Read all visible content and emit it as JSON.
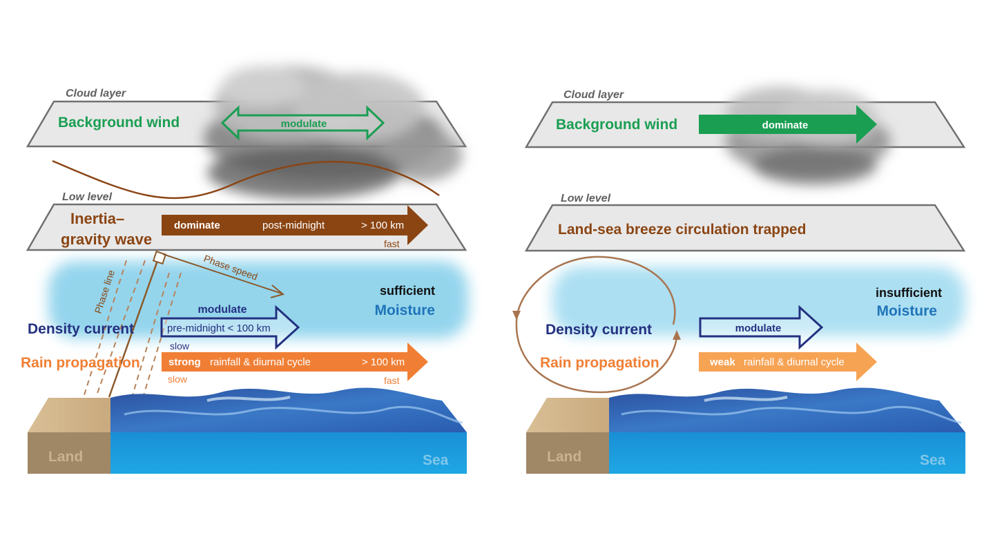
{
  "colors": {
    "green": "#1a9e52",
    "brown": "#8b4513",
    "navy": "#233080",
    "orange": "#f07f35",
    "moisture_blue": "#1f74b8",
    "moisture_glow": "#8fd3ec",
    "plane_fill": "#e8e8e8",
    "plane_edge": "#707070",
    "land": "#b89c76",
    "sea": "#1e7cc8"
  },
  "left": {
    "cloud_layer_label": "Cloud layer",
    "background_wind_label": "Background wind",
    "wind_arrow_label": "modulate",
    "low_level_label": "Low level",
    "igw_label_line1": "Inertia–",
    "igw_label_line2": "gravity wave",
    "igw_arrow_bold": "dominate",
    "igw_arrow_time": "post-midnight",
    "igw_arrow_range": "> 100 km",
    "igw_speed": "fast",
    "phase_line_label": "Phase line",
    "phase_speed_label": "Phase speed",
    "moisture_qualifier": "sufficient",
    "moisture_label": "Moisture",
    "density_current_label": "Density current",
    "dc_arrow_title": "modulate",
    "dc_arrow_text": "pre-midnight < 100 km",
    "dc_speed": "slow",
    "rain_label": "Rain propagation",
    "rain_arrow_bold": "strong",
    "rain_arrow_text": "rainfall & diurnal cycle",
    "rain_arrow_range": "> 100 km",
    "rain_speed_slow": "slow",
    "rain_speed_fast": "fast",
    "land_label": "Land",
    "sea_label": "Sea"
  },
  "right": {
    "cloud_layer_label": "Cloud layer",
    "background_wind_label": "Background wind",
    "wind_arrow_label": "dominate",
    "low_level_label": "Low level",
    "breeze_label": "Land-sea breeze circulation trapped",
    "moisture_qualifier": "insufficient",
    "moisture_label": "Moisture",
    "density_current_label": "Density current",
    "dc_arrow_title": "modulate",
    "rain_label": "Rain propagation",
    "rain_arrow_bold": "weak",
    "rain_arrow_text": "rainfall & diurnal cycle",
    "land_label": "Land",
    "sea_label": "Sea"
  }
}
